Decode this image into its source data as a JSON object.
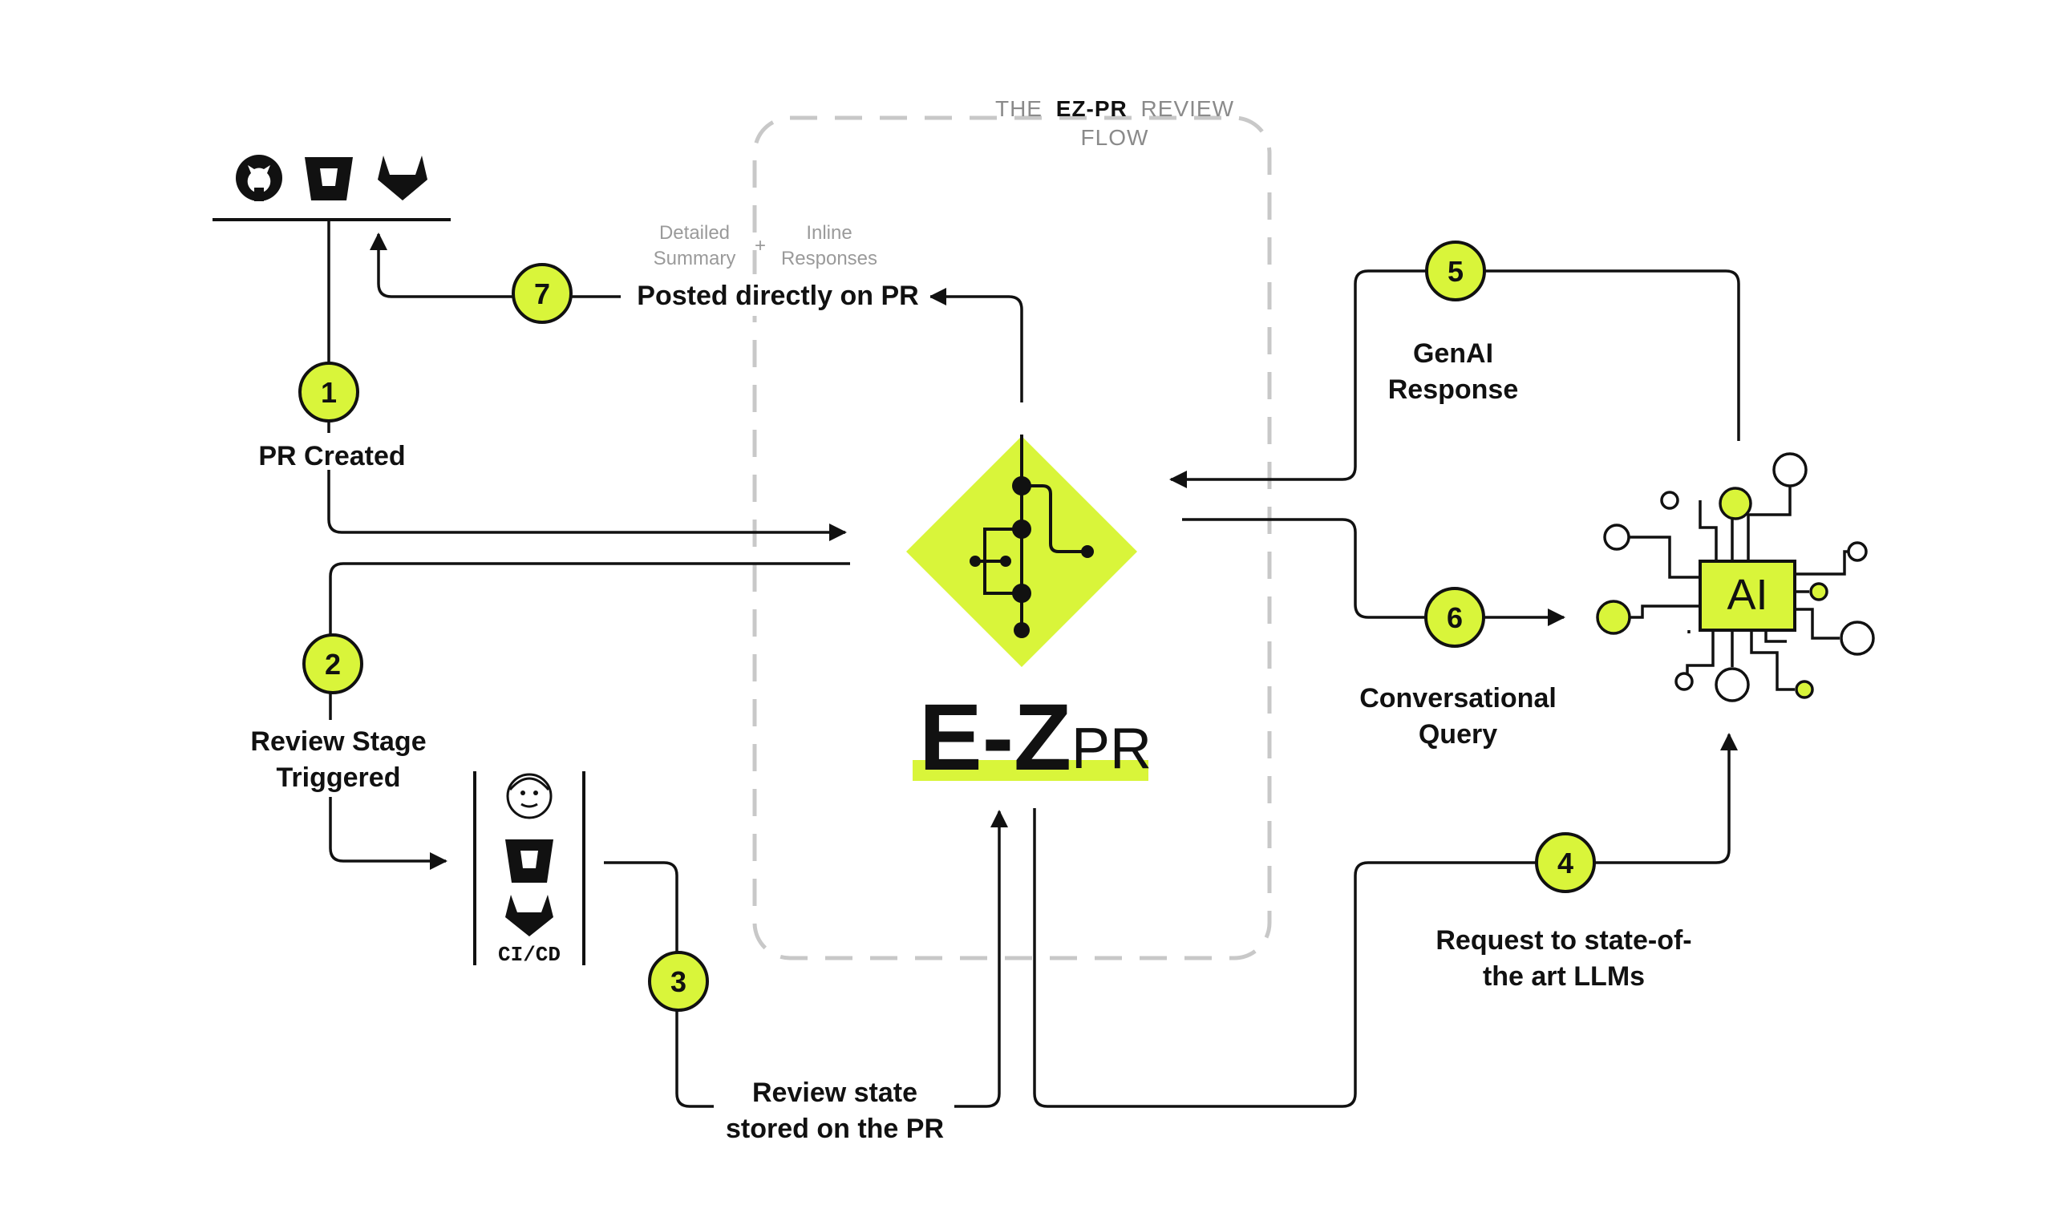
{
  "title": {
    "prefix": "THE",
    "brand": "EZ-PR",
    "suffix": "REVIEW",
    "line2": "FLOW"
  },
  "colors": {
    "accent": "#d9f53a",
    "ink": "#111111",
    "muted": "#9a9a9a",
    "dashed_box": "#c8c8c8"
  },
  "platforms_top": [
    "github-icon",
    "bitbucket-icon",
    "gitlab-icon"
  ],
  "ci_tools": {
    "icons": [
      "jenkins-icon",
      "bitbucket-icon",
      "gitlab-icon"
    ],
    "label": "CI/CD"
  },
  "logo": {
    "text_bold": "E-Z",
    "text_light": "PR"
  },
  "ai_chip": {
    "label": "AI"
  },
  "steps": [
    {
      "num": "1",
      "lines": [
        "PR Created"
      ]
    },
    {
      "num": "2",
      "lines": [
        "Review Stage",
        "Triggered"
      ]
    },
    {
      "num": "3",
      "lines": [
        "Review state",
        "stored on the PR"
      ]
    },
    {
      "num": "4",
      "lines": [
        "Request to state-of-",
        "the art LLMs"
      ]
    },
    {
      "num": "5",
      "lines": [
        "GenAI",
        "Response"
      ]
    },
    {
      "num": "6",
      "lines": [
        "Conversational",
        "Query"
      ]
    },
    {
      "num": "7",
      "lines": [
        "Posted directly on PR"
      ]
    }
  ],
  "post_details": {
    "left": [
      "Detailed",
      "Summary"
    ],
    "plus": "+",
    "right": [
      "Inline",
      "Responses"
    ]
  }
}
